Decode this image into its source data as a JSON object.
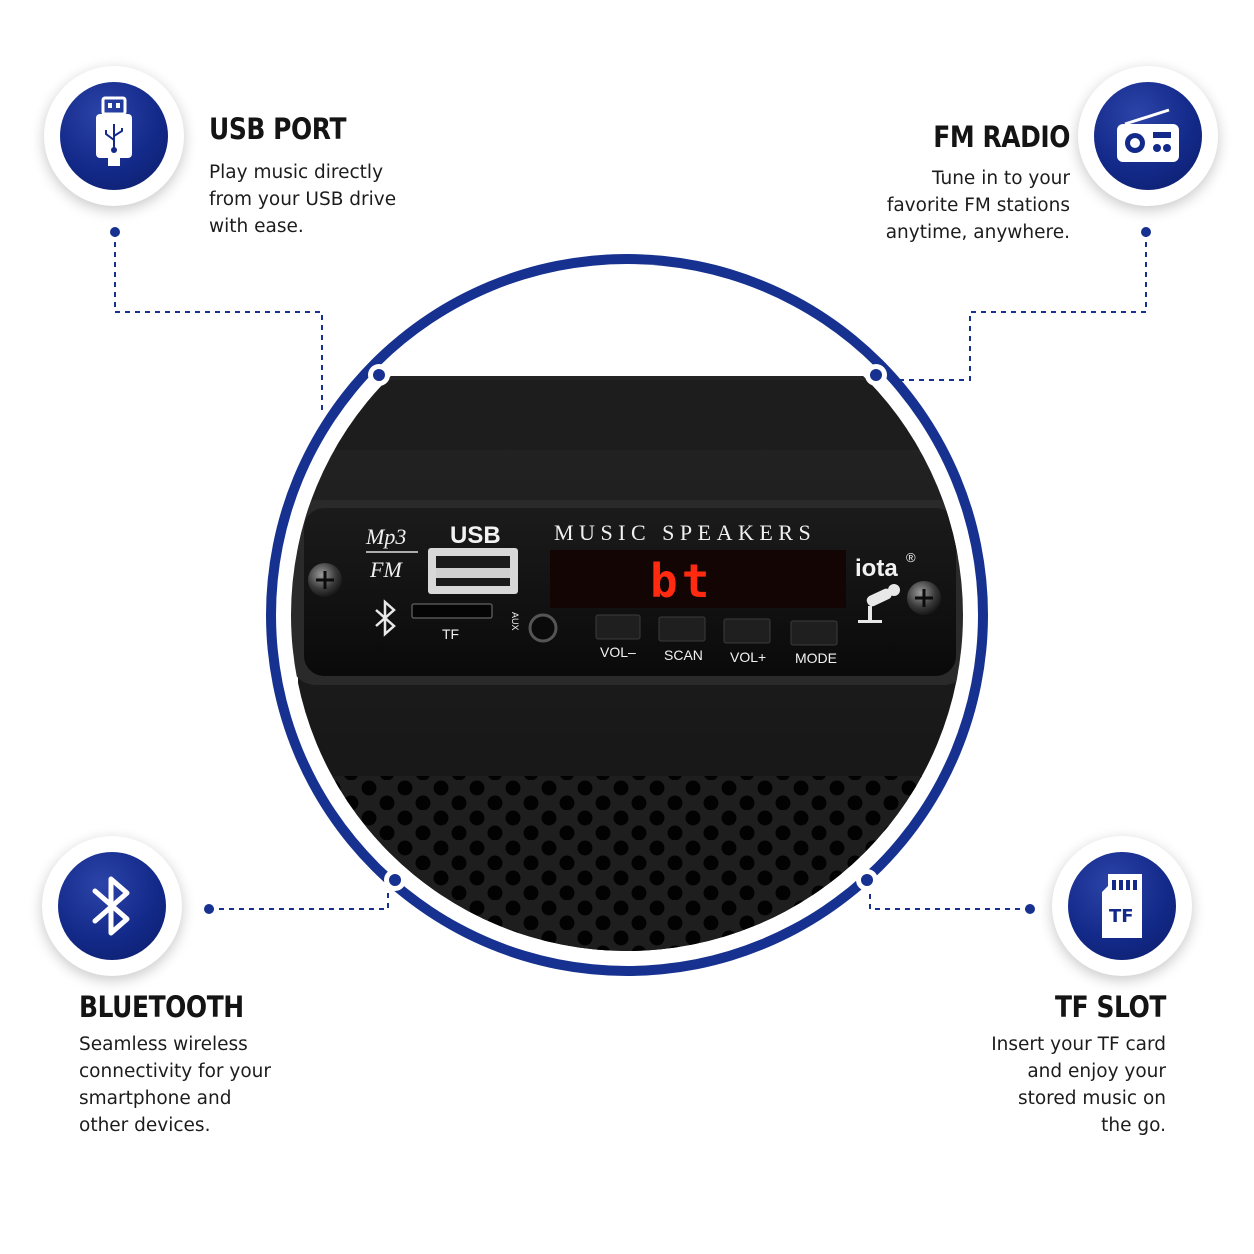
{
  "features": {
    "usb": {
      "title": "USB PORT",
      "description": "Play music directly\nfrom your USB drive\nwith ease.",
      "icon": "usb-icon"
    },
    "fm": {
      "title": "FM RADIO",
      "description": "Tune in to your\nfavorite FM stations\nanytime, anywhere.",
      "icon": "radio-icon"
    },
    "bluetooth": {
      "title": "BLUETOOTH",
      "description": "Seamless wireless\nconnectivity for your\nsmartphone and\nother devices.",
      "icon": "bluetooth-icon"
    },
    "tf": {
      "title": "TF SLOT",
      "description": "Insert your TF card\nand enjoy your\nstored music on\nthe go.",
      "icon": "tf-card-icon",
      "icon_text": "TF"
    }
  },
  "panel": {
    "mp3_label": "Mp3",
    "fm_label": "FM",
    "usb_label": "USB",
    "tf_label": "TF",
    "aux_label": "AUX",
    "brand_text": "MUSIC SPEAKERS",
    "brand_name": "iota",
    "brand_mark": "®",
    "display_text": "bt",
    "buttons": [
      "VOL–",
      "SCAN",
      "VOL+",
      "MODE"
    ]
  },
  "colors": {
    "accent": "#132a8a",
    "display": "#ff2a10",
    "speaker_body": "#151515"
  }
}
